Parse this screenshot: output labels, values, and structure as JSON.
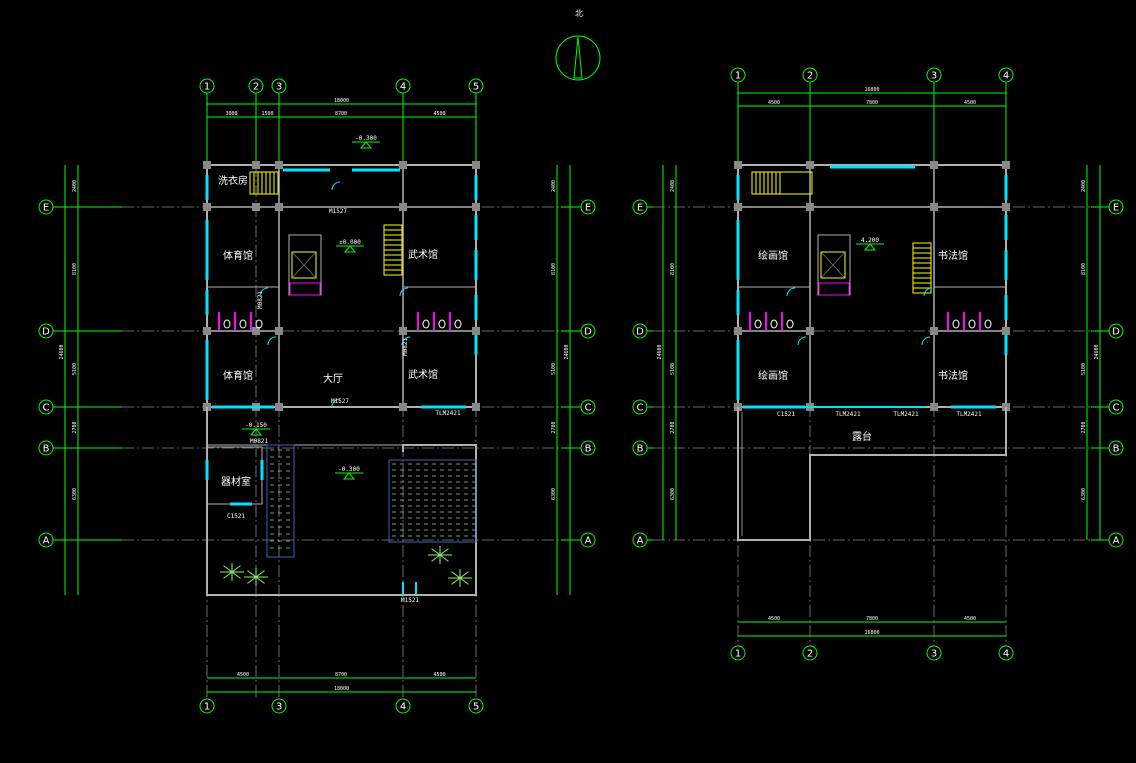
{
  "north_label": "北",
  "colors": {
    "axis": "#00ff00",
    "wall": "#b0b0b0",
    "window": "#00e5ff",
    "stair": "#ffff00",
    "sanitary": "#ff00ff",
    "plant": "#90ee70",
    "paving": "#4060c0"
  },
  "plans": [
    {
      "axes_x": [
        "1",
        "2",
        "3",
        "4",
        "5"
      ],
      "axes_x_bottom": [
        "1",
        "3",
        "4",
        "5"
      ],
      "axes_y": [
        "E",
        "D",
        "C",
        "B",
        "A"
      ],
      "rooms": [
        "洗衣房",
        "体育馆",
        "武术馆",
        "体育馆",
        "大厅",
        "武术馆",
        "器材室"
      ],
      "codes": [
        "M1527",
        "M0821",
        "M0821",
        "M1527",
        "TLM2421",
        "M0821",
        "C1521",
        "M1521"
      ],
      "elevations": [
        "-0.300",
        "±0.000",
        "-0.150",
        "-0.300"
      ],
      "dims_top": [
        "3000",
        "1500",
        "8700",
        "4500"
      ],
      "dims_top_total": "18000",
      "dims_bottom": [
        "4500",
        "8700",
        "4500"
      ],
      "dims_bottom_total": "18000",
      "dims_left": [
        "2400",
        "8100",
        "5100",
        "2700",
        "6300"
      ],
      "dims_left_total": "24600"
    },
    {
      "axes_x": [
        "1",
        "2",
        "3",
        "4"
      ],
      "axes_y": [
        "E",
        "D",
        "C",
        "B",
        "A"
      ],
      "rooms": [
        "绘画馆",
        "书法馆",
        "绘画馆",
        "书法馆",
        "露台"
      ],
      "codes": [
        "C1521",
        "TLM2421",
        "TLM2421",
        "TLM2421"
      ],
      "elevations": [
        "4.200"
      ],
      "dims_top": [
        "4500",
        "7800",
        "4500"
      ],
      "dims_top_total": "16800",
      "dims_bottom": [
        "4500",
        "7800",
        "4500"
      ],
      "dims_bottom_total": "16800",
      "dims_left": [
        "2400",
        "8100",
        "5100",
        "2700",
        "6300"
      ],
      "dims_left_total": "24600"
    }
  ]
}
